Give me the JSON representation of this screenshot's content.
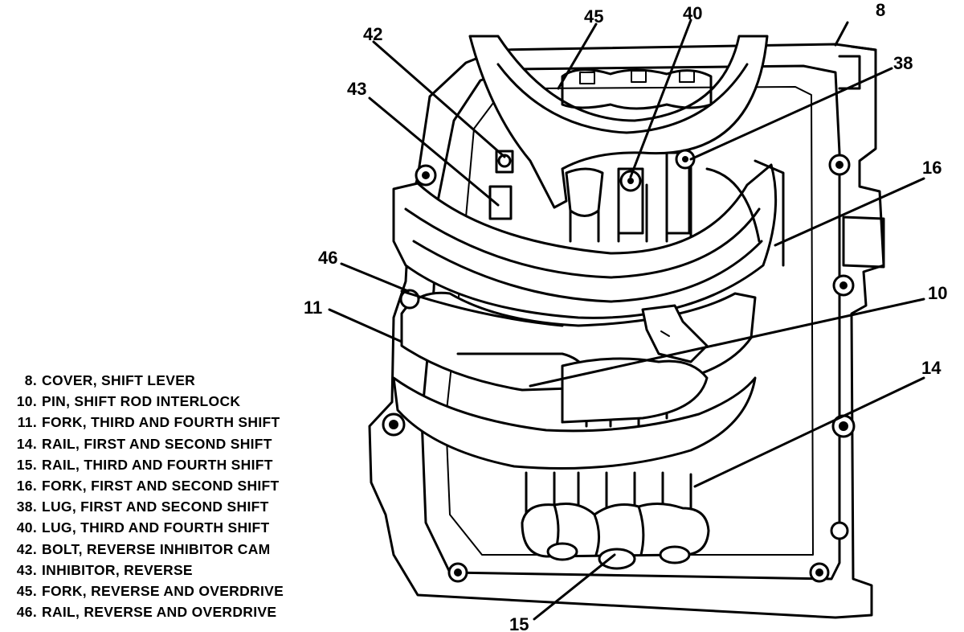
{
  "callouts": {
    "c8": "8",
    "c10": "10",
    "c11": "11",
    "c14": "14",
    "c15": "15",
    "c16": "16",
    "c38": "38",
    "c40": "40",
    "c42": "42",
    "c43": "43",
    "c45": "45",
    "c46": "46"
  },
  "legend": [
    {
      "num": "8.",
      "text": "COVER, SHIFT LEVER"
    },
    {
      "num": "10.",
      "text": "PIN, SHIFT ROD INTERLOCK"
    },
    {
      "num": "11.",
      "text": "FORK, THIRD AND FOURTH SHIFT"
    },
    {
      "num": "14.",
      "text": "RAIL, FIRST AND SECOND SHIFT"
    },
    {
      "num": "15.",
      "text": "RAIL, THIRD AND FOURTH SHIFT"
    },
    {
      "num": "16.",
      "text": "FORK, FIRST AND SECOND SHIFT"
    },
    {
      "num": "38.",
      "text": "LUG, FIRST AND SECOND SHIFT"
    },
    {
      "num": "40.",
      "text": "LUG, THIRD AND FOURTH SHIFT"
    },
    {
      "num": "42.",
      "text": "BOLT, REVERSE INHIBITOR CAM"
    },
    {
      "num": "43.",
      "text": "INHIBITOR, REVERSE"
    },
    {
      "num": "45.",
      "text": "FORK, REVERSE AND OVERDRIVE"
    },
    {
      "num": "46.",
      "text": "RAIL, REVERSE AND OVERDRIVE"
    }
  ]
}
